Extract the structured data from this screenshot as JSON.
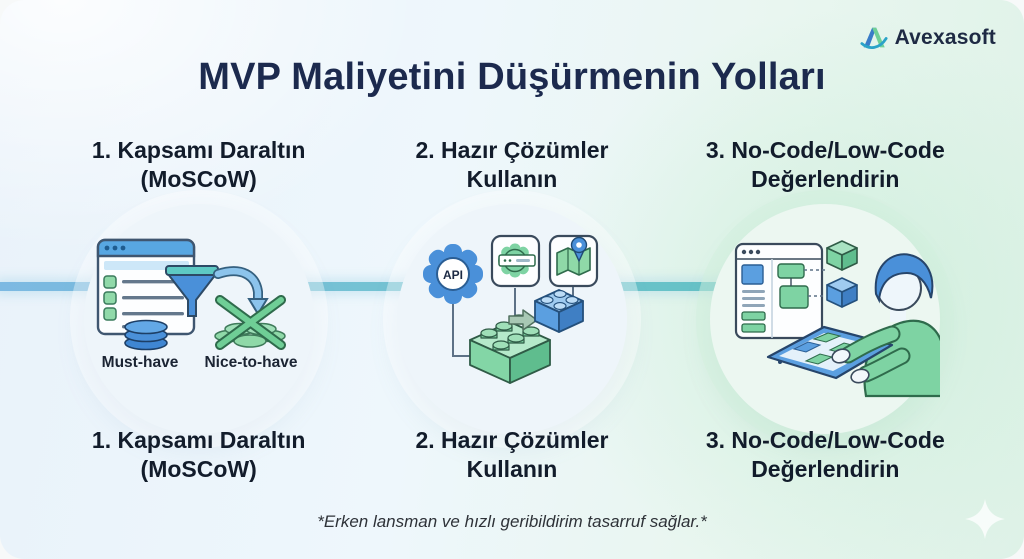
{
  "brand": {
    "name": "Avexasoft"
  },
  "title": "MVP Maliyetini Düşürmenin Yolları",
  "sections": [
    {
      "id": "narrow-scope",
      "heading_line1": "1. Kapsamı Daraltın",
      "heading_line2": "(MoSCoW)",
      "illustration": {
        "must_have_label": "Must-have",
        "nice_to_have_label": "Nice-to-have",
        "icons": [
          "checklist-window-icon",
          "funnel-icon",
          "curved-arrow-icon",
          "coins-blue-icon",
          "coins-green-crossed-icon"
        ]
      }
    },
    {
      "id": "ready-solutions",
      "heading_line1": "2. Hazır Çözümler",
      "heading_line2": "Kullanın",
      "illustration": {
        "api_label": "API",
        "icons": [
          "api-gear-icon",
          "plugin-gear-icon",
          "map-pin-icon",
          "lego-brick-green-icon",
          "lego-brick-blue-icon"
        ]
      }
    },
    {
      "id": "no-code-low-code",
      "heading_line1": "3. No-Code/Low-Code",
      "heading_line2": "Değerlendirin",
      "illustration": {
        "icons": [
          "ui-builder-window-icon",
          "cube-green-icon",
          "cube-blue-icon",
          "tablet-icon",
          "person-illustration"
        ]
      }
    }
  ],
  "footnote": "*Erken lansman ve hızlı geribildirim tasarruf sağlar.*",
  "colors": {
    "accent_blue": "#4a90d9",
    "accent_green": "#7ed3a3",
    "title_navy": "#1c2a4e",
    "line_teal": "#6fc0cd",
    "heading_dark": "#121c2b"
  }
}
